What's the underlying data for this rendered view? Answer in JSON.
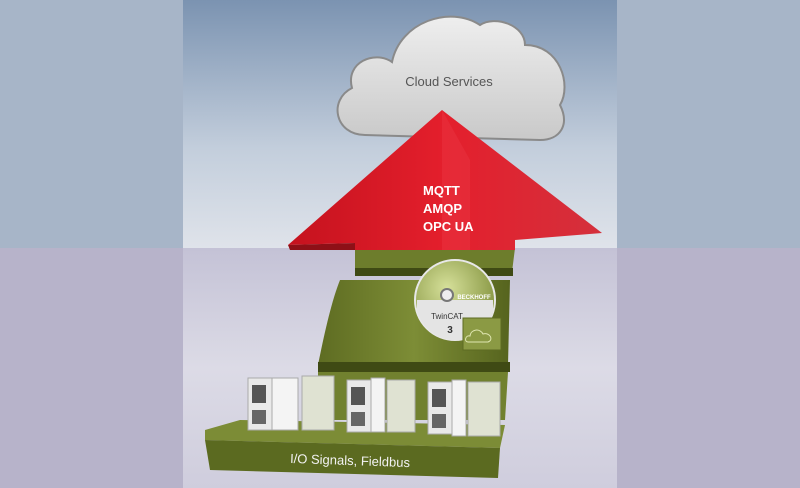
{
  "cloud": {
    "label": "Cloud Services"
  },
  "arrow": {
    "protocols": [
      "MQTT",
      "AMQP",
      "OPC UA"
    ]
  },
  "software": {
    "brand": "BECKHOFF",
    "product": "TwinCAT",
    "version": "3"
  },
  "platform": {
    "label": "I/O Signals, Fieldbus"
  },
  "colors": {
    "arrow": "#d8202b",
    "platform": "#6b7a2a",
    "cloud": "#d9d9d9",
    "outer_top": "#a7b5c8",
    "outer_bottom": "#b7b3ca"
  }
}
